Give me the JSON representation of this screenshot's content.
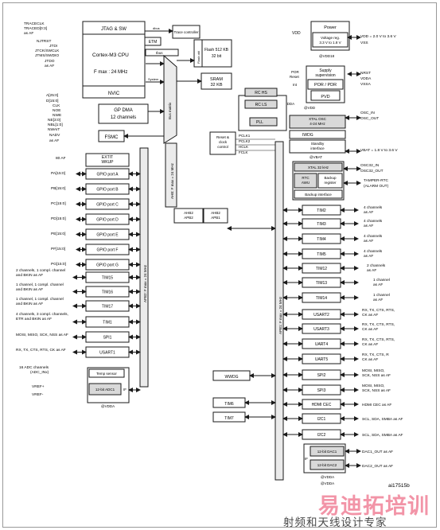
{
  "diagram": {
    "boxes": {
      "jtag_sw": "JTAG & SW",
      "trace_controller": "Trace controller",
      "etm": "ETM",
      "cpu_title": "Cortex-M3 CPU",
      "cpu_freq": "F max : 24 MHz",
      "nvic": "NVIC",
      "dbus": "dbus",
      "ibus": "Ibus",
      "system": "System",
      "flash_obl": "Flash obl",
      "flash": "Flash 512 KB\n32 bit",
      "sram": "SRAM\n32 KB",
      "bus_matrix": "Bus matrix",
      "gp_dma": "GP DMA\n12 channels",
      "fsmc": "FSMC",
      "power": "Power",
      "voltage_reg": "Voltage reg.\n3.3 V to 1.8 V",
      "supply_supervision": "Supply\nsupervision",
      "por_pdr": "POR / PDR",
      "pvd": "PVD",
      "rc_hs": "RC HS",
      "rc_ls": "RC LS",
      "pll": "PLL",
      "xtal_osc": "XTAL OSC\n4-24 MHz",
      "iwdg": "IWDG",
      "standby": "Standby\ninterface",
      "xtal_32": "XTAL 32 kHz",
      "rtc_awu": "RTC\nAWU",
      "backup_reg": "Backup\nregister",
      "backup_interface": "Backup interface",
      "reset_clock": "Reset &\nclock\ncontrol",
      "ahb2_apb2": "AHB2\nAPB2",
      "ahb2_apb1": "AHB2\nAPB1",
      "exti": "EXTIT\nWKUP",
      "gpio_a": "GPIO port A",
      "gpio_b": "GPIO port B",
      "gpio_c": "GPIO port C",
      "gpio_d": "GPIO port D",
      "gpio_e": "GPIO port E",
      "gpio_f": "GPIO port F",
      "gpio_g": "GPIO port G",
      "tim15": "TIM15",
      "tim16": "TIM16",
      "tim17": "TIM17",
      "tim1": "TIM1",
      "spi1": "SPI1",
      "usart1": "USART1",
      "temp_sensor": "Temp sensor",
      "adc1": "12-bit ADC1",
      "if_adc": "IF",
      "wwdg": "WWDG",
      "tim6": "TIM6",
      "tim7": "TIM7",
      "tim2": "TIM2",
      "tim3": "TIM3",
      "tim4": "TIM4",
      "tim5": "TIM5",
      "tim12": "TIM12",
      "tim13": "TIM13",
      "tim14": "TIM14",
      "usart2": "USART2",
      "usart3": "USART3",
      "uart4": "UART4",
      "uart5": "UART5",
      "spi2": "SPI2",
      "spi3": "SPI3",
      "hdmi_cec": "HDMI CEC",
      "i2c1": "I2C1",
      "i2c2": "I2C2",
      "dac1": "12-bit DAC1",
      "dac2": "12-bit DAC2",
      "if_dac": "IF"
    },
    "labels": {
      "left_pins": [
        "TRACECLK",
        "TRACED[0:3]",
        "as AF",
        "NJTRST",
        "JTDI",
        "JTCK/SWCLK",
        "JTMS/SWDIO",
        "JTDO",
        "as AF",
        "A[25:0]",
        "D[15:0]",
        "CLK",
        "NOE",
        "NWE",
        "NE[3:0]",
        "NBL[1:0]",
        "NWAIT",
        "NADV",
        "as AF",
        "80 AF",
        "PA[15:0]",
        "PB[15:0]",
        "PC[15:0]",
        "PD[15:0]",
        "PE[15:0]",
        "PF[15:0]",
        "PG[15:0]",
        "2 channels, 1 compl. channel",
        "and BKIN as AF",
        "1 channel, 1 compl. channel",
        "and BKIN as AF",
        "1 channel, 1 compl. channel",
        "and BKIN as AF",
        "4 channels, 3 compl. channels,",
        "ETR and BKIN as AF",
        "MOSI, MISO, SCK, NSS as AF",
        "RX, TX, CTS, RTS, CK as AF",
        "16 ADC channels",
        "(ADC_INx)",
        "VREF+",
        "VREF-"
      ],
      "right_pins": [
        "VDD = 2.0 V to 3.6 V",
        "VSS",
        "NRST",
        "VDDA",
        "VSSA",
        "OSC_IN",
        "OSC_OUT",
        "VBAT = 1.8 V to 3.6 V",
        "OSC32_IN",
        "OSC32_OUT",
        "TAMPER-RTC",
        "(ALARM OUT)",
        "4 channels",
        "as AF",
        "4 channels",
        "as AF",
        "4 channels",
        "as AF",
        "4 channels",
        "as AF",
        "2 channels",
        "as AF",
        "1 channel",
        "as AF",
        "1 channel",
        "as AF",
        "RX, TX, CTS, RTS,",
        "CK as AF",
        "RX, TX, CTS, RTS,",
        "CK as AF",
        "RX, TX, CTS, RTS,",
        "CK as AF",
        "RX, TX, CTS, R",
        "CK as AF",
        "MOSI, MISO,",
        "SCK, NSS as AF",
        "MOSI, MISO,",
        "SCK, NSS as AF",
        "HDMI CEC as AF",
        "SCL, SDA, SMBA as AF",
        "SCL, SDA, SMBA as AF",
        "DAC1_OUT as AF",
        "DAC2_OUT as AF"
      ],
      "internal": {
        "vdd": "VDD",
        "vdd18": "@VDD18",
        "por": "POR",
        "reset": "Reset",
        "int": "Int",
        "vdda1": "@VDDA",
        "vdd2": "@VDD",
        "vbat": "@VBAT",
        "pclk1": "PCLK1",
        "pclk2": "PCLK2",
        "hclk": "HCLK",
        "fclk": "FCLK",
        "ahb_bus": "AHB: F max = 24 MHz",
        "apb2_bus": "APB2: F max = 24 MHz",
        "apb1_bus": "APB1: F max = 24 MHz",
        "vdda2": "@VDDA",
        "vdda3": "@VDDA",
        "vdda4": "@VDDA"
      },
      "footer_code": "ai17515b"
    },
    "watermark": {
      "brand": "易迪拓培训",
      "subtitle": "射频和天线设计专家"
    },
    "colors": {
      "line": "#1a1a1a",
      "box_fill": "#ffffff",
      "gray_fill": "#d9d9d9",
      "bus_fill": "#ebebeb",
      "watermark": "#f07a92"
    }
  }
}
